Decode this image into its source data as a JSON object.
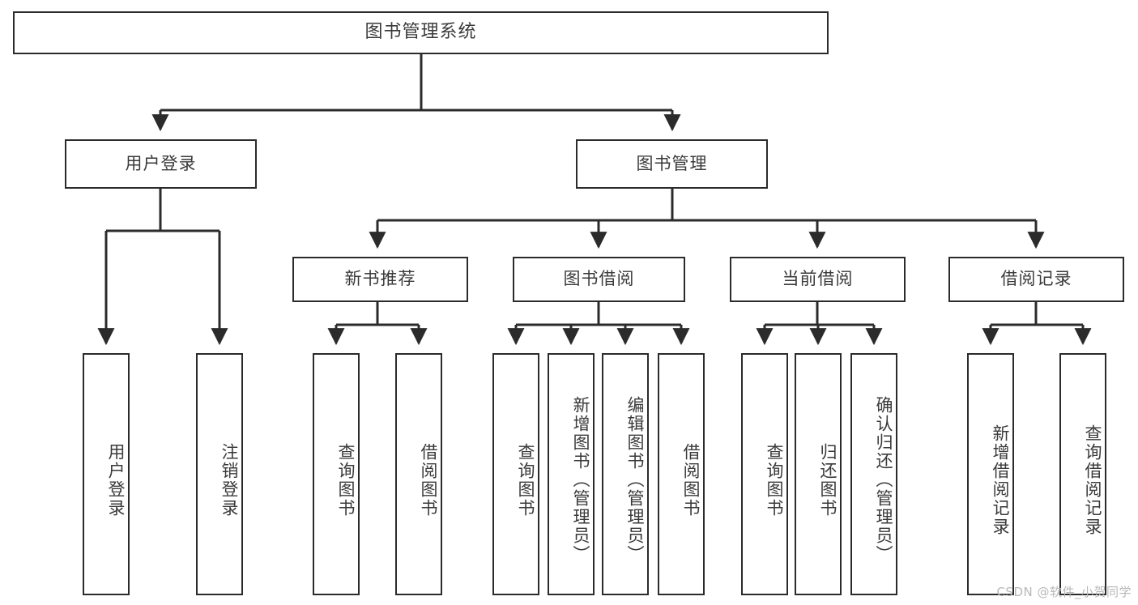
{
  "diagram": {
    "type": "tree-hierarchy",
    "title": "图书管理系统",
    "watermark": "CSDN @软件_小贺同学",
    "colors": {
      "box_border": "#2b2b2b",
      "box_fill": "#ffffff",
      "connector": "#2b2b2b",
      "text": "#3a3a3a",
      "watermark": "#b8b8b8",
      "background": "#ffffff"
    },
    "root": {
      "label": "图书管理系统"
    },
    "level2": [
      {
        "label": "用户登录"
      },
      {
        "label": "图书管理"
      }
    ],
    "level3": [
      {
        "label": "新书推荐"
      },
      {
        "label": "图书借阅"
      },
      {
        "label": "当前借阅"
      },
      {
        "label": "借阅记录"
      }
    ],
    "leaves": {
      "user_login": [
        {
          "label": "用户登录"
        },
        {
          "label": "注销登录"
        }
      ],
      "new_book_recommend": [
        {
          "label": "查询图书"
        },
        {
          "label": "借阅图书"
        }
      ],
      "book_borrow": [
        {
          "label": "查询图书"
        },
        {
          "label": "新增图书（管理员）"
        },
        {
          "label": "编辑图书（管理员）"
        },
        {
          "label": "借阅图书"
        }
      ],
      "current_borrow": [
        {
          "label": "查询图书"
        },
        {
          "label": "归还图书"
        },
        {
          "label": "确认归还（管理员）"
        }
      ],
      "borrow_record": [
        {
          "label": "新增借阅记录"
        },
        {
          "label": "查询借阅记录"
        }
      ]
    }
  }
}
